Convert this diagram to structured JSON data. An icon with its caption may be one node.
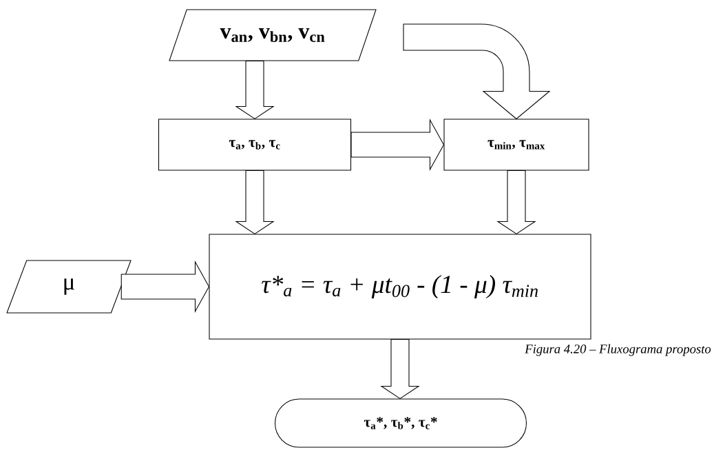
{
  "diagram": {
    "caption": "Figura 4.20 – Fluxograma proposto",
    "nodes": [
      {
        "text": [
          "v$_{an}$, v$_{bn}$, v$_{cn}$"
        ]
      },
      {
        "text": [
          "τ$_{a}$, τ$_{b}$, τ$_{c}$"
        ]
      },
      {
        "text": [
          "τ$_{min}$, τ$_{max}$"
        ]
      },
      {
        "text": [
          "μ"
        ]
      },
      {
        "text": [
          "τ*$_{a}$ = τ$_{a}$ + μt$_{00}$ - (1 - μ) τ$_{min}$"
        ]
      },
      {
        "text": [
          "τ$_{a}$*,",
          "τ$_{b}$*,",
          "τ$_{c}$*"
        ]
      }
    ],
    "edges": [
      {
        "from": 0,
        "to": 1,
        "arrow": "to"
      },
      {
        "from": 0,
        "to": 2,
        "arrow": "to"
      },
      {
        "from": 1,
        "to": 2,
        "arrow": "to"
      },
      {
        "from": 1,
        "to": 4,
        "arrow": "to"
      },
      {
        "from": 2,
        "to": 4,
        "arrow": "to"
      },
      {
        "from": 3,
        "to": 4,
        "arrow": "to"
      },
      {
        "from": 4,
        "to": 5,
        "arrow": "to"
      }
    ]
  }
}
